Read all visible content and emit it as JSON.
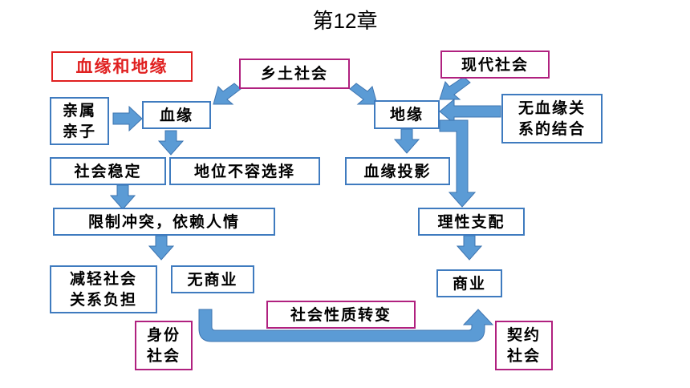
{
  "title": "第12章",
  "heading": "血缘和地缘",
  "nodes": {
    "xiangtu": "乡土社会",
    "xiandai": "现代社会",
    "qinshu_1": "亲属",
    "qinshu_2": "亲子",
    "xueyuan": "血缘",
    "diyuan": "地缘",
    "wuxue_1": "无血缘关",
    "wuxue_2": "系的结合",
    "shehui_wending": "社会稳定",
    "diwei": "地位不容选择",
    "xueyuan_touying": "血缘投影",
    "xianzhi": "限制冲突，依赖人情",
    "lixing": "理性支配",
    "jianqing_1": "减轻社会",
    "jianqing_2": "关系负担",
    "wushangye": "无商业",
    "shangye": "商业",
    "xingzhi": "社会性质转变",
    "shenfen_1": "身份",
    "shenfen_2": "社会",
    "qiyue_1": "契约",
    "qiyue_2": "社会"
  },
  "colors": {
    "arrow": "#5b9bd5",
    "arrow_edge": "#3d74b0",
    "blue_border": "#3f7bbf",
    "pink_border": "#b0217f",
    "red": "#e02020"
  }
}
